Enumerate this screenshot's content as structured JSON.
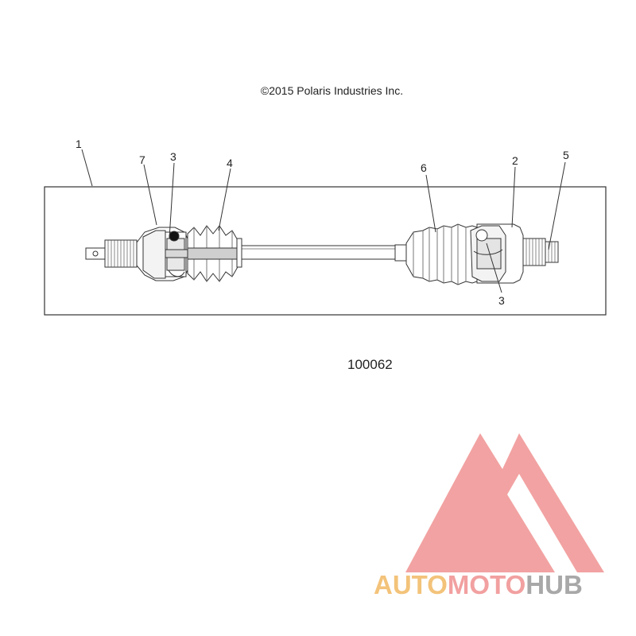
{
  "header": {
    "copyright": "©2015 Polaris Industries Inc."
  },
  "diagram": {
    "id_number": "100062",
    "callouts": [
      "1",
      "2",
      "3",
      "3",
      "4",
      "5",
      "6",
      "7"
    ]
  },
  "watermark": {
    "part1": "AUTO",
    "part2": "MOTO",
    "part3": "HUB",
    "colors": {
      "part1": "#f3c37a",
      "part2": "#f2a0a0",
      "part3": "#a8a8a8",
      "logo": "#f2a2a2"
    }
  }
}
